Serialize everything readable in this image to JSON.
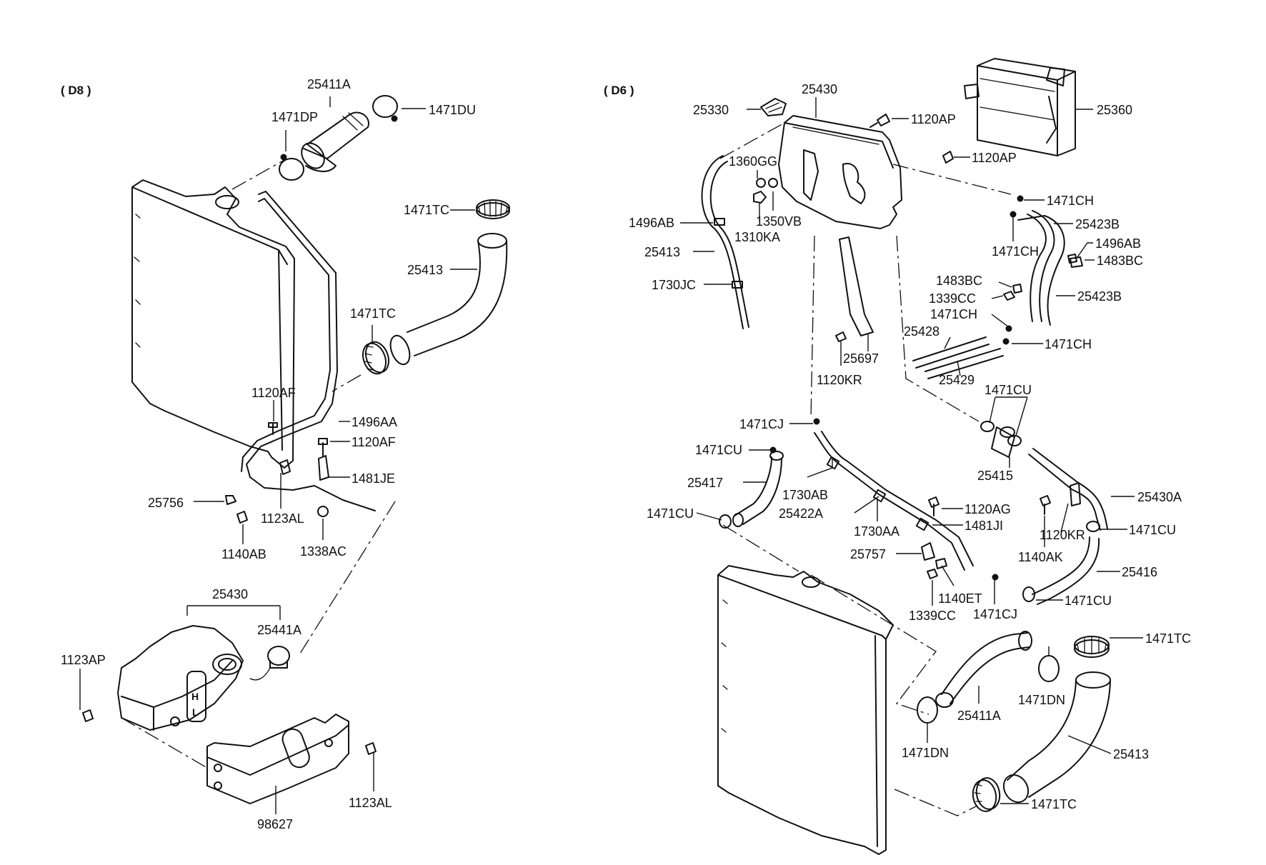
{
  "sections": {
    "d8": "( D8 )",
    "d6": "( D6 )"
  },
  "left": {
    "l_25411A": "25411A",
    "l_1471DP": "1471DP",
    "l_1471DU": "1471DU",
    "l_1471TC_top": "1471TC",
    "l_25413": "25413",
    "l_1471TC_mid": "1471TC",
    "l_1120AF_a": "1120AF",
    "l_1496AA": "1496AA",
    "l_1120AF_b": "1120AF",
    "l_1481JE": "1481JE",
    "l_25756": "25756",
    "l_1123AL_a": "1123AL",
    "l_1140AB": "1140AB",
    "l_1338AC": "1338AC",
    "l_25430": "25430",
    "l_25441A": "25441A",
    "l_1123AP": "1123AP",
    "l_1123AL_b": "1123AL",
    "l_98627": "98627",
    "emb_h": "H",
    "emb_l": "L"
  },
  "right": {
    "r_25330": "25330",
    "r_25430": "25430",
    "r_1120AP_a": "1120AP",
    "r_25360": "25360",
    "r_1120AP_b": "1120AP",
    "r_1360GG": "1360GG",
    "r_1496AB_a": "1496AB",
    "r_1350VB": "1350VB",
    "r_1310KA": "1310KA",
    "r_25413_a": "25413",
    "r_1730JC": "1730JC",
    "r_1471CH_a": "1471CH",
    "r_25423B_a": "25423B",
    "r_1471CH_b": "1471CH",
    "r_1496AB_b": "1496AB",
    "r_1483BC_a": "1483BC",
    "r_1483BC_b": "1483BC",
    "r_1339CC_a": "1339CC",
    "r_25423B_b": "25423B",
    "r_1471CH_c": "1471CH",
    "r_25428": "25428",
    "r_1471CH_d": "1471CH",
    "r_25697": "25697",
    "r_1120KR_a": "1120KR",
    "r_25429": "25429",
    "r_1471CU_a": "1471CU",
    "r_1471CJ_a": "1471CJ",
    "r_1471CU_b": "1471CU",
    "r_25417": "25417",
    "r_25415": "25415",
    "r_1730AB": "1730AB",
    "r_1471CU_c": "1471CU",
    "r_25422A": "25422A",
    "r_1120AG": "1120AG",
    "r_25430A": "25430A",
    "r_1481JI": "1481JI",
    "r_1730AA": "1730AA",
    "r_1120KR_b": "1120KR",
    "r_1471CU_d": "1471CU",
    "r_25757": "25757",
    "r_1140AK": "1140AK",
    "r_25416": "25416",
    "r_1140ET": "1140ET",
    "r_1471CU_e": "1471CU",
    "r_1339CC_b": "1339CC",
    "r_1471CJ_b": "1471CJ",
    "r_1471TC_a": "1471TC",
    "r_1471DN_a": "1471DN",
    "r_25411A": "25411A",
    "r_25413_b": "25413",
    "r_1471DN_b": "1471DN",
    "r_1471TC_b": "1471TC"
  }
}
